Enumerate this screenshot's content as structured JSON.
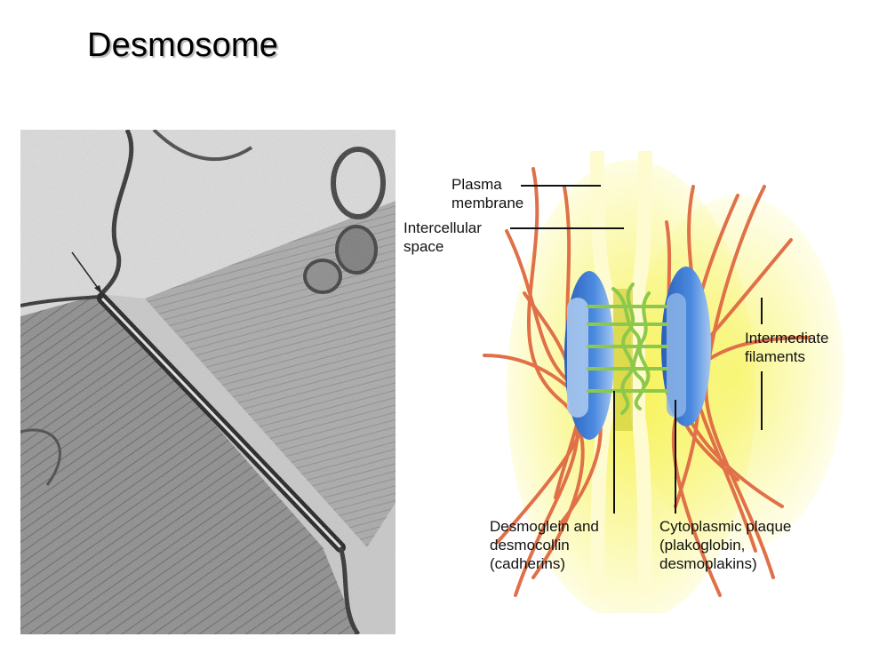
{
  "slide": {
    "title": "Desmosome"
  },
  "micrograph": {
    "type": "electron micrograph"
  },
  "diagram": {
    "labels": {
      "plasma_membrane_line1": "Plasma",
      "plasma_membrane_line2": "membrane",
      "intercellular_space_line1": "Intercellular",
      "intercellular_space_line2": "space",
      "intermediate_filaments_line1": "Intermediate",
      "intermediate_filaments_line2": "filaments",
      "cadherins_line1": "Desmoglein and",
      "cadherins_line2": "desmocollin",
      "cadherins_line3": "(cadherins)",
      "plaque_line1": "Cytoplasmic plaque",
      "plaque_line2": "(plakoglobin,",
      "plaque_line3": "desmoplakins)"
    },
    "colors": {
      "membrane_glow": "#f6f24a",
      "plaque": "#3a78d0",
      "filaments": "#e07048",
      "cadherins": "#8cc84a"
    }
  }
}
